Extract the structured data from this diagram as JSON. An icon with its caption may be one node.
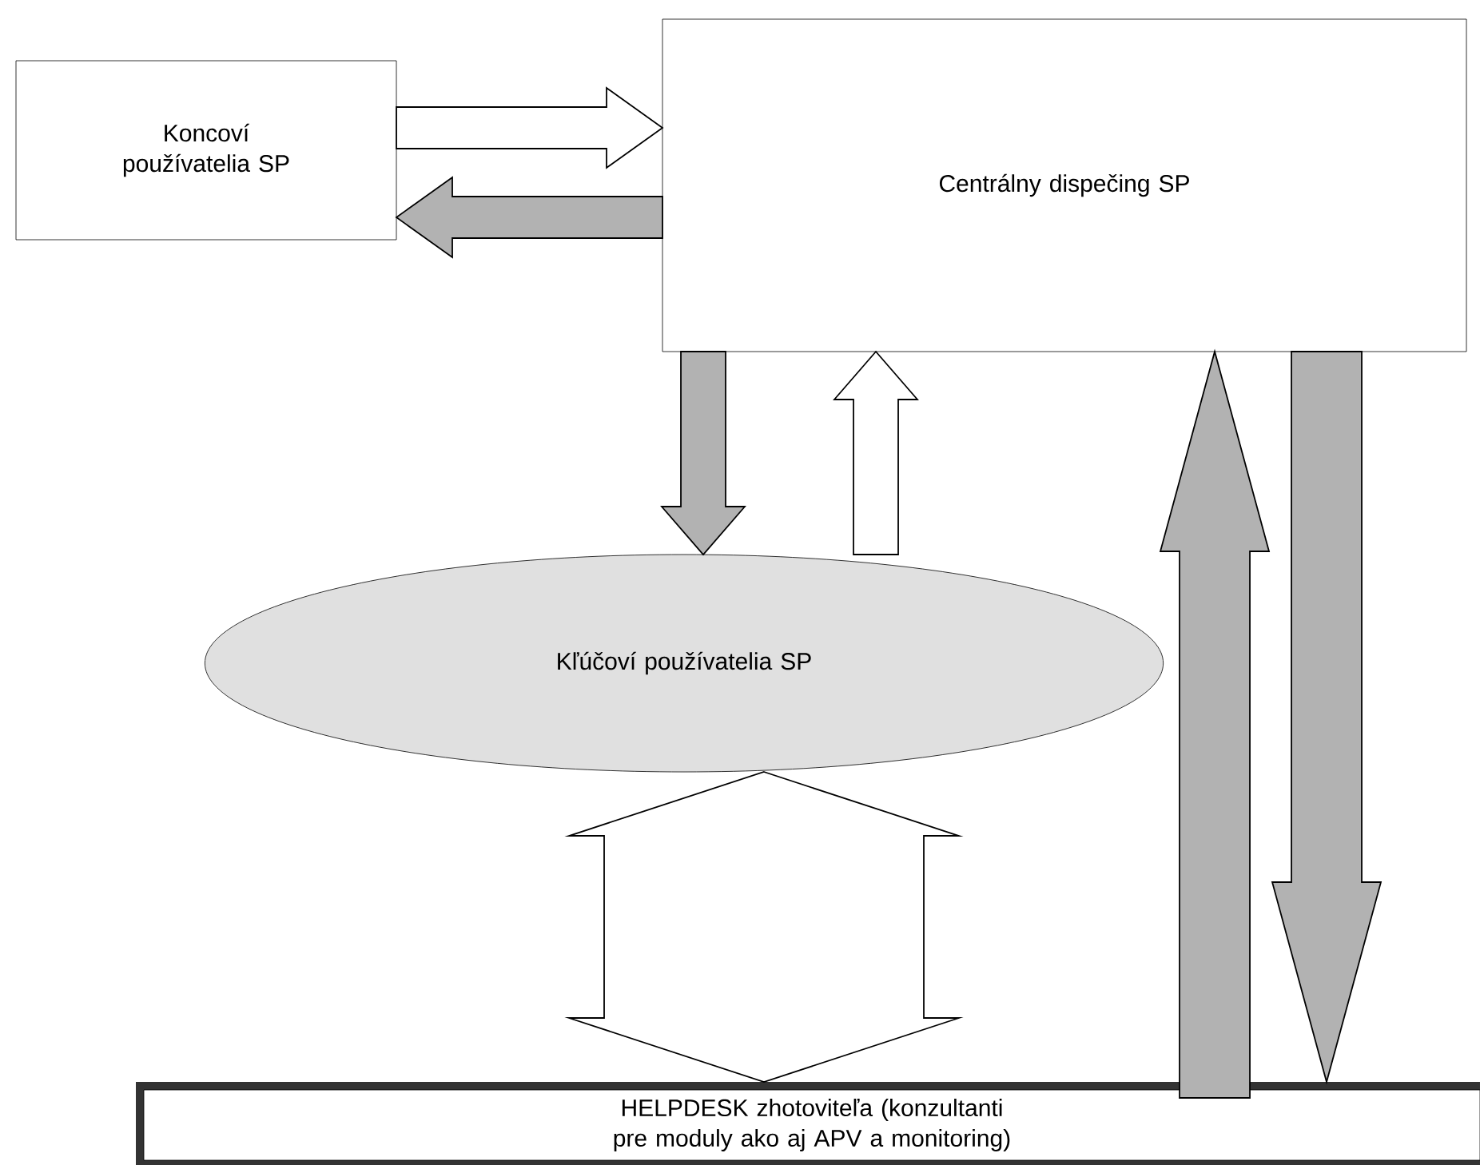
{
  "diagram": {
    "nodes": [
      {
        "text": [
          "Koncoví používatelia SP"
        ]
      },
      {
        "text": [
          "Centrálny dispečing SP"
        ]
      },
      {
        "text": [
          "Kľúčoví používatelia SP"
        ]
      },
      {
        "text": [
          "HELPDESK zhotoviteľa (konzultanti pre moduly ako aj APV a monitoring)"
        ]
      }
    ],
    "edges": [
      {
        "from": 0,
        "to": 1,
        "arrow": "to",
        "color": "#ffffff"
      },
      {
        "from": 1,
        "to": 0,
        "arrow": "to"
      },
      {
        "from": 1,
        "to": 2,
        "arrow": "to"
      },
      {
        "from": 2,
        "to": 1,
        "arrow": "to",
        "color": "#ffffff"
      },
      {
        "from": 3,
        "to": 1,
        "arrow": "to"
      },
      {
        "from": 1,
        "to": 3,
        "arrow": "to"
      },
      {
        "from": 2,
        "to": 3,
        "arrow": "both",
        "color": "#ffffff"
      }
    ]
  }
}
